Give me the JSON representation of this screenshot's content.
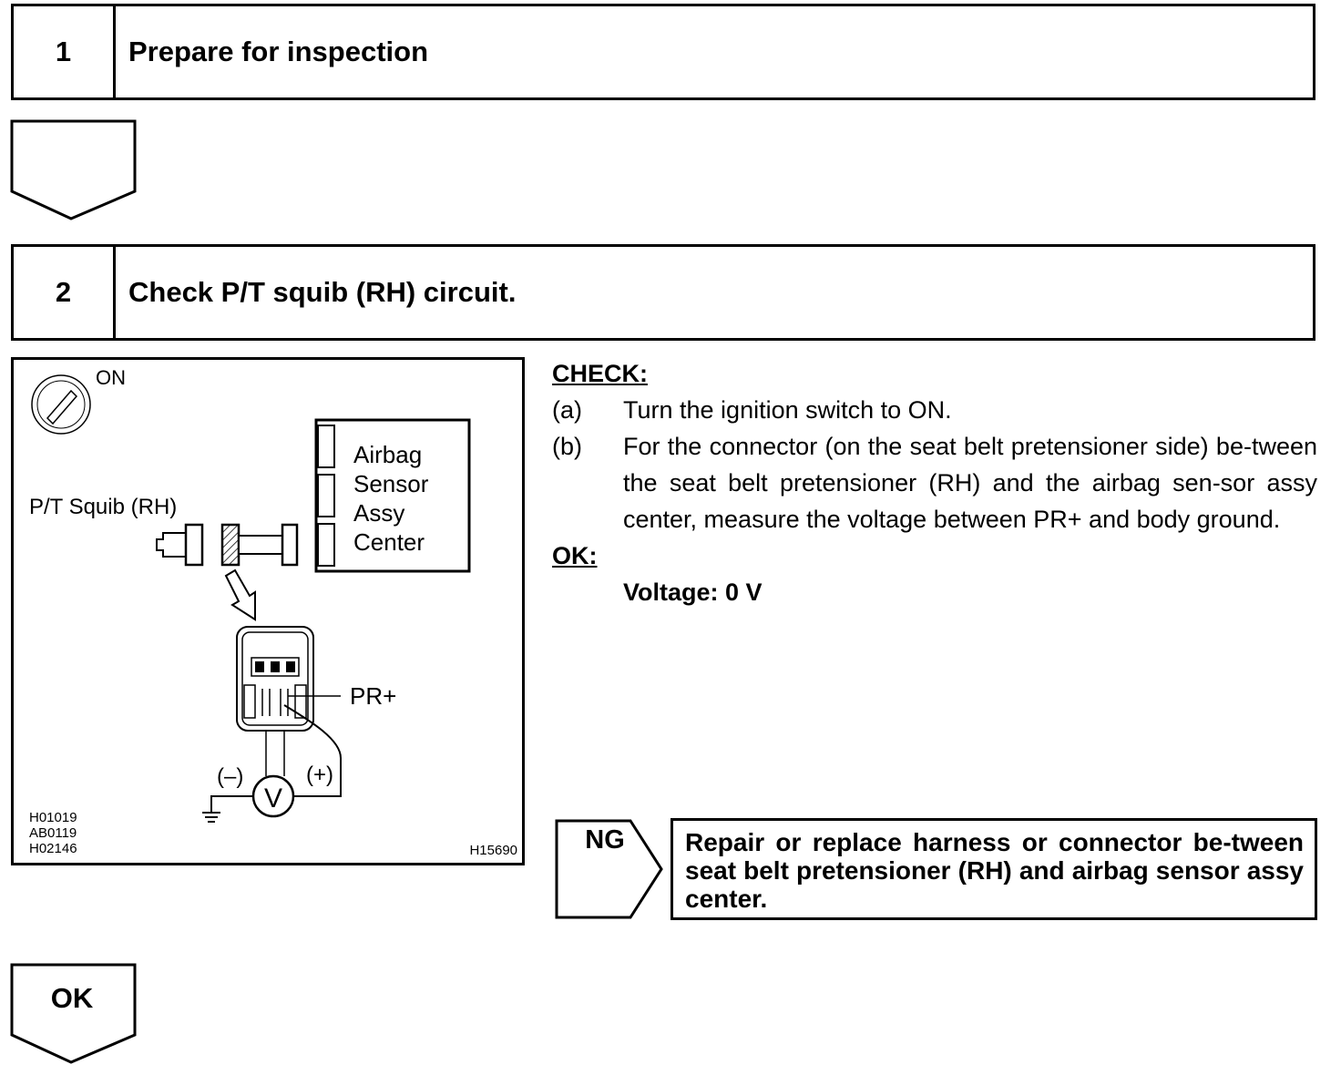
{
  "steps": [
    {
      "number": "1",
      "title": "Prepare for inspection"
    },
    {
      "number": "2",
      "title": "Check P/T squib (RH) circuit."
    }
  ],
  "figure": {
    "switch_label": "ON",
    "squib_label": "P/T Squib (RH)",
    "sensor_label_lines": [
      "Airbag",
      "Sensor",
      "Assy",
      "Center"
    ],
    "terminal_label": "PR+",
    "meter_symbol": "V",
    "neg_label": "(–)",
    "pos_label": "(+)",
    "ref_codes": [
      "H01019",
      "AB0119",
      "H02146"
    ],
    "figure_code": "H15690",
    "icons": [
      "ignition-key-icon",
      "connector-icon",
      "voltmeter-icon",
      "ground-icon",
      "arrow-icon"
    ]
  },
  "check": {
    "header": "CHECK:",
    "items": [
      {
        "label": "(a)",
        "text": "Turn the ignition switch to ON."
      },
      {
        "label": "(b)",
        "text": "For the connector (on the seat belt pretensioner side) be-tween the seat belt pretensioner (RH) and the airbag sen-sor assy center, measure the voltage between PR+ and body ground."
      }
    ],
    "ok_header": "OK:",
    "ok_spec": "Voltage: 0 V"
  },
  "ng": {
    "label": "NG",
    "action": "Repair or replace harness or connector be-tween seat belt pretensioner (RH) and airbag sensor assy center."
  },
  "ok_tag": {
    "label": "OK"
  }
}
